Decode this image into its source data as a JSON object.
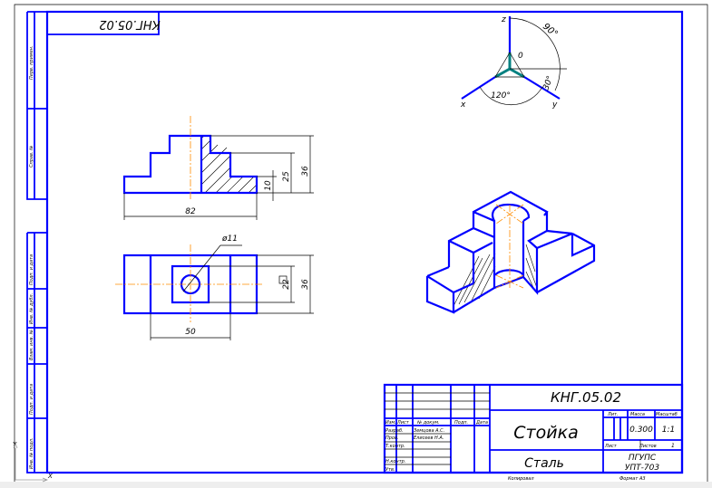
{
  "stamp_rotated": "КНГ.05.02",
  "side_strip": [
    "Перв. примен.",
    "Справ. №",
    "Подп. и дата",
    "Инв. № дубл.",
    "Взам. инв. №",
    "Подп. и дата",
    "Инв. № подл."
  ],
  "front_view": {
    "dim_width": "82",
    "dim_height_total": "36",
    "dim_height_mid": "25",
    "dim_height_low": "10"
  },
  "top_view": {
    "dim_hole": "ø11",
    "dim_square": "22",
    "dim_depth": "36",
    "dim_inner_width": "50"
  },
  "axes": {
    "z": "z",
    "x": "x",
    "y": "y",
    "origin": "0",
    "angle_top": "90°",
    "angle_side": "30°",
    "angle_bottom": "120°"
  },
  "title_block": {
    "designation": "КНГ.05.02",
    "name": "Стойка",
    "material": "Сталь",
    "headers": {
      "izm": "Изм.",
      "list": "Лист",
      "doc": "№ докум.",
      "sign": "Подп.",
      "date": "Дата"
    },
    "roles": [
      {
        "role": "Разраб.",
        "person": "Земцова А.С."
      },
      {
        "role": "Пров.",
        "person": "Елисеев Н.А."
      },
      {
        "role": "Т.контр.",
        "person": ""
      },
      {
        "role": "Н.контр.",
        "person": ""
      },
      {
        "role": "Утв.",
        "person": ""
      }
    ],
    "lit_label": "Лит.",
    "mass_label": "Масса",
    "scale_label": "Масштаб",
    "mass": "0.300",
    "scale": "1:1",
    "sheet_label": "Лист",
    "sheets_label": "Листов",
    "sheets": "1",
    "org_line1": "ПГУПС",
    "org_line2": "УПТ-703",
    "copied": "Копировал",
    "format_label": "Формат",
    "format": "А3"
  },
  "ucs": {
    "y": "Y",
    "x": "X"
  }
}
